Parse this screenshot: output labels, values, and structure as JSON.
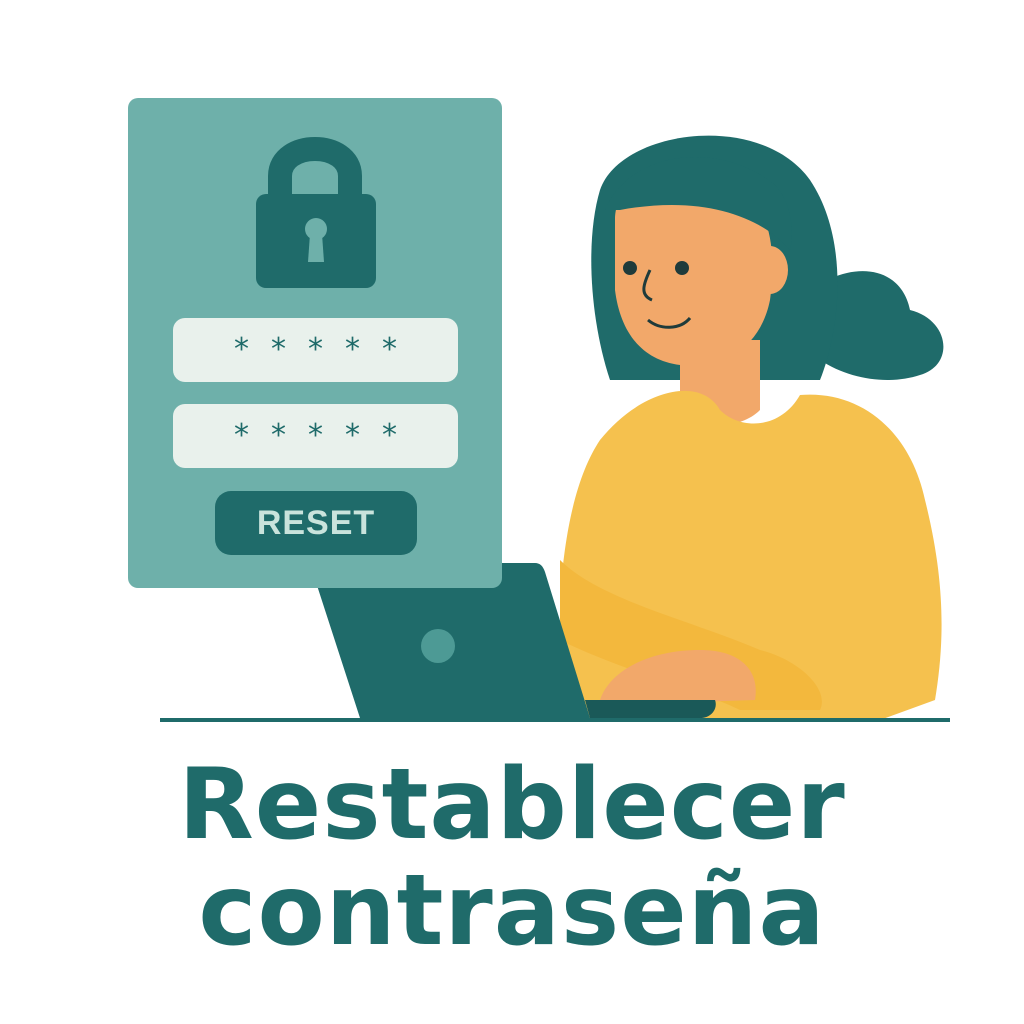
{
  "panel": {
    "field_1_mask": [
      "*",
      "*",
      "*",
      "*",
      "*"
    ],
    "field_2_mask": [
      "*",
      "*",
      "*",
      "*",
      "*"
    ],
    "reset_label": "RESET"
  },
  "title": {
    "line1": "Restablecer",
    "line2": "contraseña"
  },
  "icons": {
    "lock": "padlock-icon",
    "laptop": "laptop-icon"
  },
  "colors": {
    "panel_bg": "#6eb0aa",
    "teal_dark": "#1f6b6a",
    "field_bg": "#e9f1ec",
    "sweater": "#f5c14e",
    "skin": "#f2a86a",
    "hair": "#1f6b6a"
  }
}
